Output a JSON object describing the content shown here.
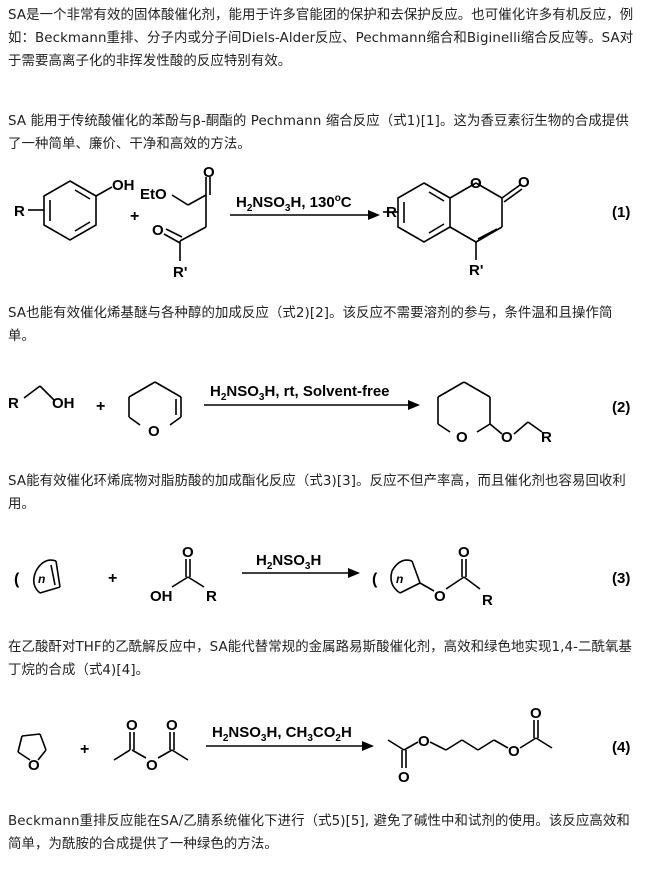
{
  "paragraphs": [
    "SA是一个非常有效的固体酸催化剂，能用于许多官能团的保护和去保护反应。也可催化许多有机反应，例如：Beckmann重排、分子内或分子间Diels-Alder反应、Pechmann缩合和Biginelli缩合反应等。SA对于需要高离子化的非挥发性酸的反应特别有效。",
    "SA 能用于传统酸催化的苯酚与β-酮酯的 Pechmann 缩合反应（式1)[1]。这为香豆素衍生物的合成提供了一种简单、廉价、干净和高效的方法。",
    "SA也能有效催化烯基醚与各种醇的加成反应（式2)[2]。该反应不需要溶剂的参与，条件温和且操作简单。",
    "SA能有效催化环烯底物对脂肪酸的加成酯化反应（式3)[3]。反应不但产率高，而且催化剂也容易回收利用。",
    "在乙酸酐对THF的乙酰解反应中，SA能代替常规的金属路易斯酸催化剂，高效和绿色地实现1,4-二酰氧基丁烷的合成（式4)[4]。",
    "Beckmann重排反应能在SA/乙腈系统催化下进行（式5)[5], 避免了碱性中和试剂的使用。该反应高效和简单，为酰胺的合成提供了一种绿色的方法。"
  ],
  "eq1": {
    "plus": "+",
    "num": "(1)",
    "oh": "OH",
    "r": "R",
    "eto": "EtO",
    "o": "O",
    "rprime": "R'",
    "cond_main": "H",
    "cond_sub1": "2",
    "cond_mid": "NSO",
    "cond_sub2": "3",
    "cond_tail": "H, 130",
    "cond_sup": "o",
    "cond_unit": "C"
  },
  "eq2": {
    "plus": "+",
    "num": "(2)",
    "r": "R",
    "oh": "OH",
    "o": "O",
    "cond_main": "H",
    "cond_sub1": "2",
    "cond_mid": "NSO",
    "cond_sub2": "3",
    "cond_tail": "H, rt, Solvent-free"
  },
  "eq3": {
    "plus": "+",
    "num": "(3)",
    "open_paren": "(",
    "n": "n",
    "o": "O",
    "oh": "OH",
    "r": "R",
    "cond_main": "H",
    "cond_sub1": "2",
    "cond_mid": "NSO",
    "cond_sub2": "3",
    "cond_tail": "H"
  },
  "eq4": {
    "plus": "+",
    "num": "(4)",
    "o": "O",
    "cond_main": "H",
    "cond_sub1": "2",
    "cond_mid": "NSO",
    "cond_sub2": "3",
    "cond_tail": "H, CH",
    "cond_sub3": "3",
    "cond_tail2": "CO",
    "cond_sub4": "2",
    "cond_tail3": "H"
  }
}
